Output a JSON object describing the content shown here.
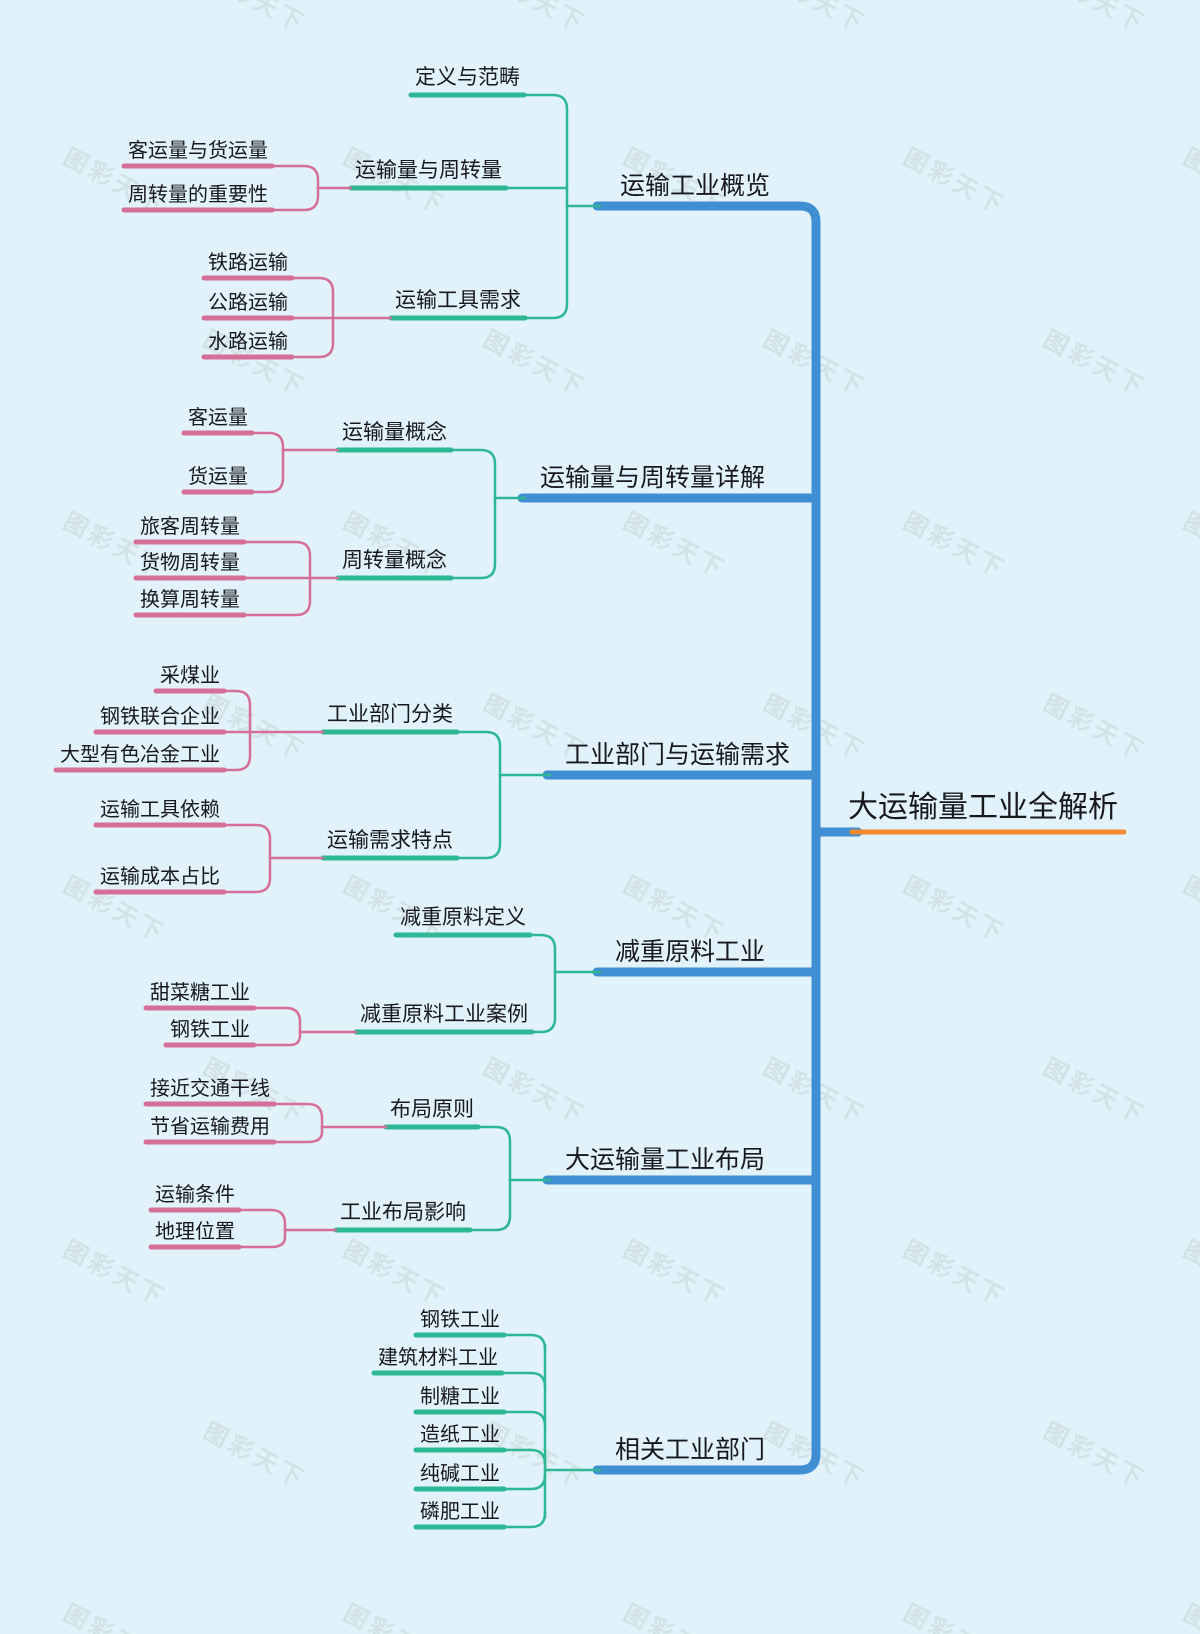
{
  "root": {
    "label": "大运输量工业全解析"
  },
  "branches": [
    {
      "label": "运输工业概览",
      "children": [
        {
          "label": "定义与范畴",
          "children": []
        },
        {
          "label": "运输量与周转量",
          "children": [
            {
              "label": "客运量与货运量"
            },
            {
              "label": "周转量的重要性"
            }
          ]
        },
        {
          "label": "运输工具需求",
          "children": [
            {
              "label": "铁路运输"
            },
            {
              "label": "公路运输"
            },
            {
              "label": "水路运输"
            }
          ]
        }
      ]
    },
    {
      "label": "运输量与周转量详解",
      "children": [
        {
          "label": "运输量概念",
          "children": [
            {
              "label": "客运量"
            },
            {
              "label": "货运量"
            }
          ]
        },
        {
          "label": "周转量概念",
          "children": [
            {
              "label": "旅客周转量"
            },
            {
              "label": "货物周转量"
            },
            {
              "label": "换算周转量"
            }
          ]
        }
      ]
    },
    {
      "label": "工业部门与运输需求",
      "children": [
        {
          "label": "工业部门分类",
          "children": [
            {
              "label": "采煤业"
            },
            {
              "label": "钢铁联合企业"
            },
            {
              "label": "大型有色冶金工业"
            }
          ]
        },
        {
          "label": "运输需求特点",
          "children": [
            {
              "label": "运输工具依赖"
            },
            {
              "label": "运输成本占比"
            }
          ]
        }
      ]
    },
    {
      "label": "减重原料工业",
      "children": [
        {
          "label": "减重原料定义",
          "children": []
        },
        {
          "label": "减重原料工业案例",
          "children": [
            {
              "label": "甜菜糖工业"
            },
            {
              "label": "钢铁工业"
            }
          ]
        }
      ]
    },
    {
      "label": "大运输量工业布局",
      "children": [
        {
          "label": "布局原则",
          "children": [
            {
              "label": "接近交通干线"
            },
            {
              "label": "节省运输费用"
            }
          ]
        },
        {
          "label": "工业布局影响",
          "children": [
            {
              "label": "运输条件"
            },
            {
              "label": "地理位置"
            }
          ]
        }
      ]
    },
    {
      "label": "相关工业部门",
      "children": [
        {
          "label": "钢铁工业",
          "children": []
        },
        {
          "label": "建筑材料工业",
          "children": []
        },
        {
          "label": "制糖工业",
          "children": []
        },
        {
          "label": "造纸工业",
          "children": []
        },
        {
          "label": "纯碱工业",
          "children": []
        },
        {
          "label": "磷肥工业",
          "children": []
        }
      ]
    }
  ],
  "watermark": {
    "text": "图彩天下"
  },
  "colors": {
    "background": "#e1f2fa",
    "trunk_blue": "#3f8fd2",
    "branch_teal": "#2eb795",
    "leaf_pink": "#d66f97",
    "root_orange": "#f08c2e",
    "text": "#17191d"
  }
}
